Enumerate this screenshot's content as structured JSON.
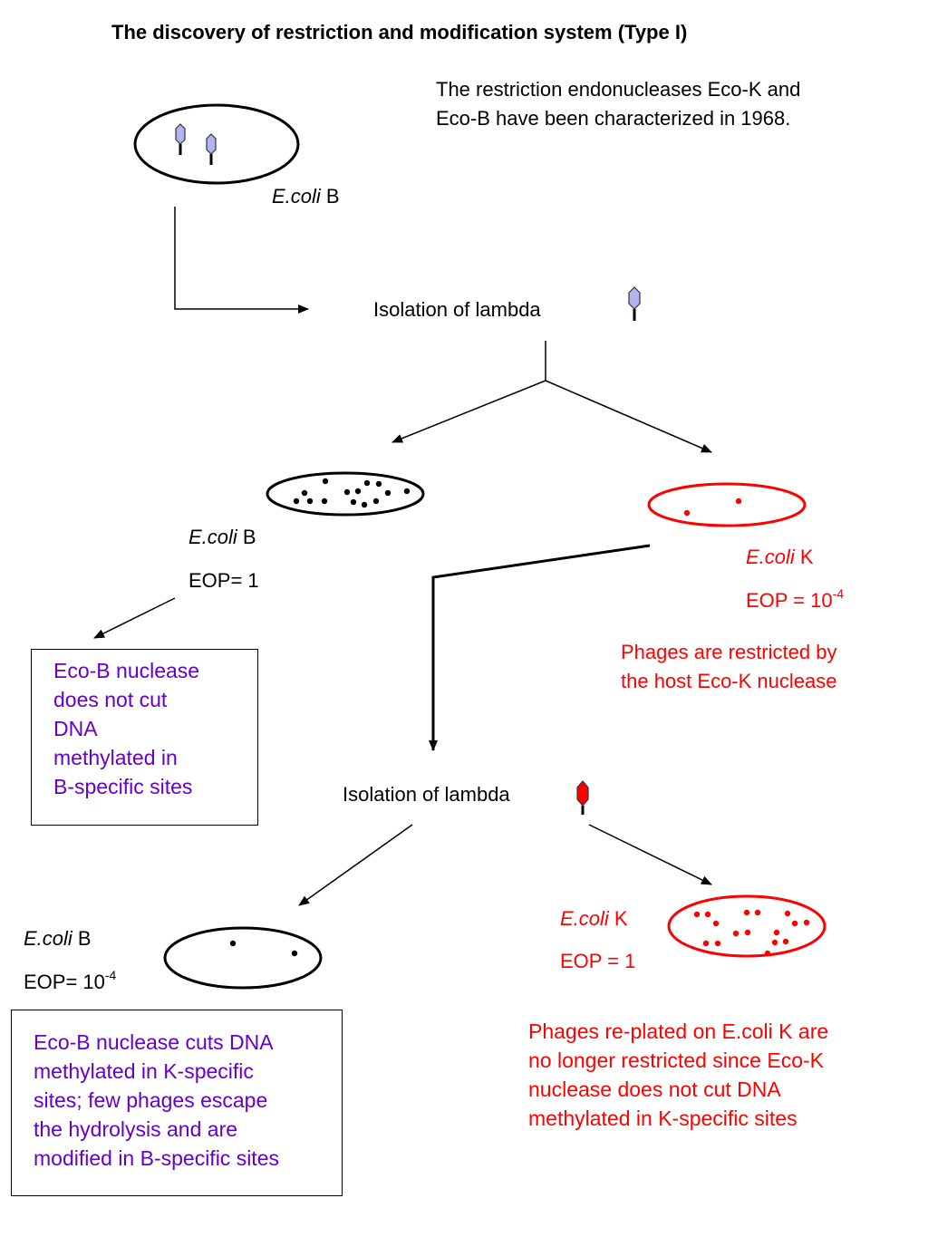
{
  "title": "The discovery of restriction and modification system (Type I)",
  "intro": {
    "line1": "The restriction endonucleases Eco-K and",
    "line2": "Eco-B have been characterized in 1968."
  },
  "top_cell": {
    "species": "E.coli",
    "strain": "B"
  },
  "isolation1": {
    "label": "Isolation of lambda"
  },
  "left_plate1": {
    "species": "E.coli",
    "strain": "B",
    "eop_label": "EOP= 1",
    "plaque_count": 14
  },
  "right_plate1": {
    "species": "E.coli",
    "strain": "K",
    "eop_prefix": "EOP = 10",
    "eop_exp": "-4",
    "note_line1": "Phages are restricted by",
    "note_line2": "the host Eco-K nuclease",
    "plaque_count": 2
  },
  "box1": {
    "lines": [
      "Eco-B nuclease",
      "does not cut",
      "DNA",
      "methylated in",
      "B-specific sites"
    ]
  },
  "isolation2": {
    "label": "Isolation of lambda"
  },
  "left_plate2": {
    "species": "E.coli",
    "strain": "B",
    "eop_prefix": "EOP= 10",
    "eop_exp": "-4",
    "plaque_count": 2
  },
  "right_plate2": {
    "species": "E.coli",
    "strain": "K",
    "eop_label": "EOP = 1",
    "plaque_count": 16
  },
  "box2": {
    "lines": [
      "Eco-B nuclease cuts  DNA",
      "methylated in K-specific",
      "sites; few phages escape",
      "the hydrolysis and are",
      "modified in B-specific sites"
    ]
  },
  "note2": {
    "lines": [
      "Phages re-plated on E.coli K are",
      "no longer restricted since Eco-K",
      "nuclease does not cut  DNA",
      "methylated in K-specific sites"
    ]
  },
  "colors": {
    "phage_b": "#b3b3f0",
    "phage_k": "#ff0000",
    "k_strain": "#ff0000",
    "explanation": "#6600cc"
  },
  "icons": [
    "phage-icon",
    "arrow-icon",
    "plaque-dot-icon"
  ]
}
